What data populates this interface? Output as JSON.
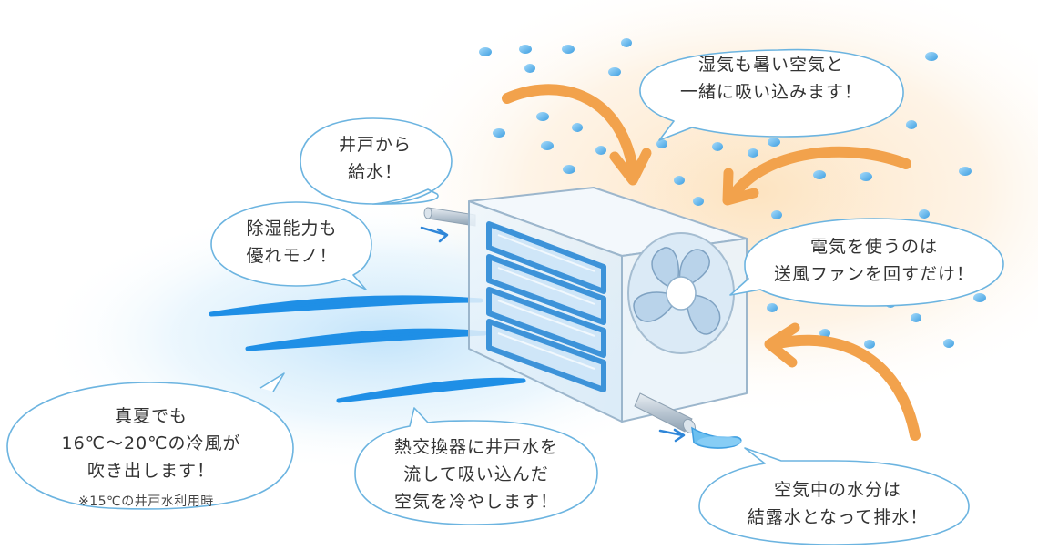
{
  "colors": {
    "warm_glow": "#fde6c8",
    "cool_glow": "#cfe9fb",
    "arrow_orange": "#f2a24c",
    "droplet_blue": "#5fb4ea",
    "bubble_stroke": "#6cb4e0",
    "airflow_blue": "#1f8fe6",
    "unit_frame": "#9cb6cc"
  },
  "icons": {
    "fan": "fan-icon",
    "droplet": "water-droplet-icon",
    "arrow": "curved-arrow-icon"
  },
  "callouts": {
    "humid_air": {
      "lines": [
        "湿気も暑い空気と",
        "一緒に吸い込みます！"
      ]
    },
    "well_supply": {
      "lines": [
        "井戸から",
        "給水！"
      ]
    },
    "dehumidify": {
      "lines": [
        "除湿能力も",
        "優れモノ！"
      ]
    },
    "electricity": {
      "lines": [
        "電気を使うのは",
        "送風ファンを回すだけ！"
      ]
    },
    "cool_air": {
      "lines": [
        "真夏でも",
        "16℃〜20℃の冷風が",
        "吹き出します！"
      ],
      "note": "※15℃の井戸水利用時"
    },
    "heat_exchanger": {
      "lines": [
        "熱交換器に井戸水を",
        "流して吸い込んだ",
        "空気を冷やします！"
      ]
    },
    "drainage": {
      "lines": [
        "空気中の水分は",
        "結露水となって排水！"
      ]
    }
  }
}
